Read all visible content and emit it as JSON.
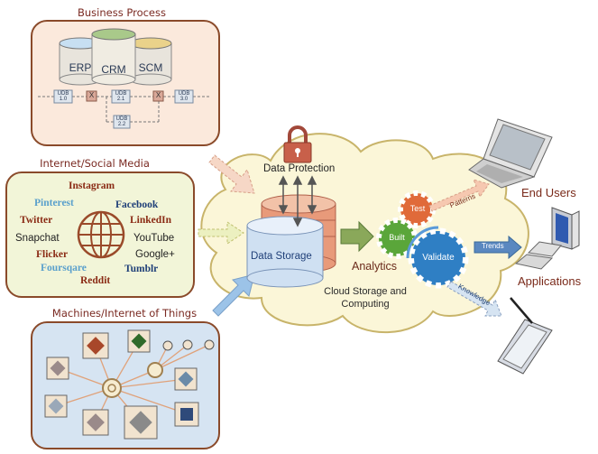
{
  "business": {
    "title": "Business Process",
    "databases": [
      "ERP",
      "CRM",
      "SCM"
    ],
    "udb": [
      "UDB 1.0",
      "UDB 2.1",
      "UDB 3.0",
      "UDB 2.2"
    ],
    "cross": "X"
  },
  "social": {
    "title": "Internet/Social Media",
    "items": [
      {
        "label": "Instagram",
        "color": "#8a2a14"
      },
      {
        "label": "Pinterest",
        "color": "#5aa0cc"
      },
      {
        "label": "Facebook",
        "color": "#1f3f78"
      },
      {
        "label": "Twitter",
        "color": "#8a2a14"
      },
      {
        "label": "LinkedIn",
        "color": "#8a2a14"
      },
      {
        "label": "Snapchat",
        "color": "#222222"
      },
      {
        "label": "YouTube",
        "color": "#222222"
      },
      {
        "label": "Flicker",
        "color": "#8a2a14"
      },
      {
        "label": "Google+",
        "color": "#222222"
      },
      {
        "label": "Foursqare",
        "color": "#5aa0cc"
      },
      {
        "label": "Tumblr",
        "color": "#1f3f78"
      },
      {
        "label": "Reddit",
        "color": "#8a2a14"
      }
    ]
  },
  "iot": {
    "title": "Machines/Internet of Things"
  },
  "cloud": {
    "protection": "Data Protection",
    "storage": "Data Storage",
    "analytics": "Analytics",
    "caption_line1": "Cloud Storage and",
    "caption_line2": "Computing",
    "gears": [
      "Test",
      "Built",
      "Validate"
    ]
  },
  "outputs": {
    "arrows": [
      "Patterns",
      "Trends",
      "Knowledge"
    ],
    "end_users": "End Users",
    "applications": "Applications"
  },
  "colors": {
    "panel_border": "#8a4a2a",
    "gear_orange": "#e06a3a",
    "gear_green": "#5aa63a",
    "gear_blue": "#2f7fc4",
    "cloud_fill": "#fbf6d8"
  }
}
